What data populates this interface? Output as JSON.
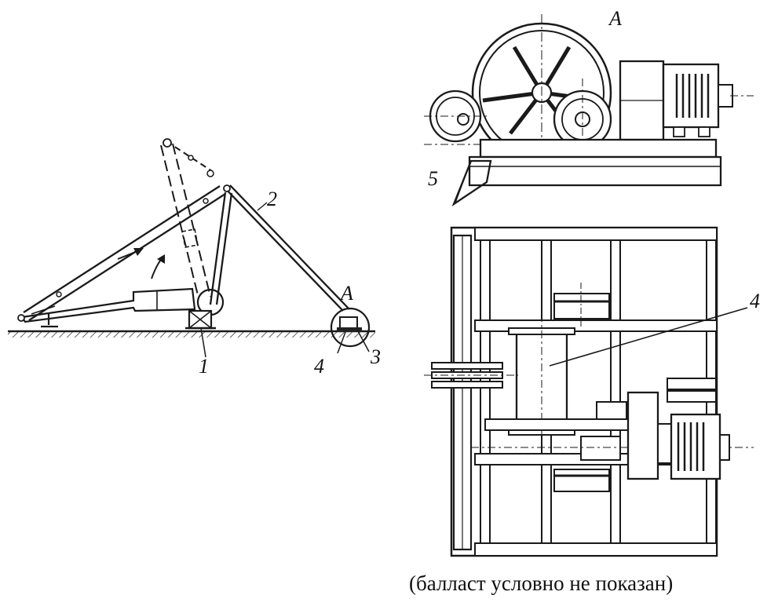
{
  "labels": {
    "n1": "1",
    "n2": "2",
    "n3": "3",
    "n4_side": "4",
    "n4_plan": "4",
    "n5": "5",
    "a_side": "A",
    "a_view": "A"
  },
  "caption": "(балласт условно не показан)"
}
